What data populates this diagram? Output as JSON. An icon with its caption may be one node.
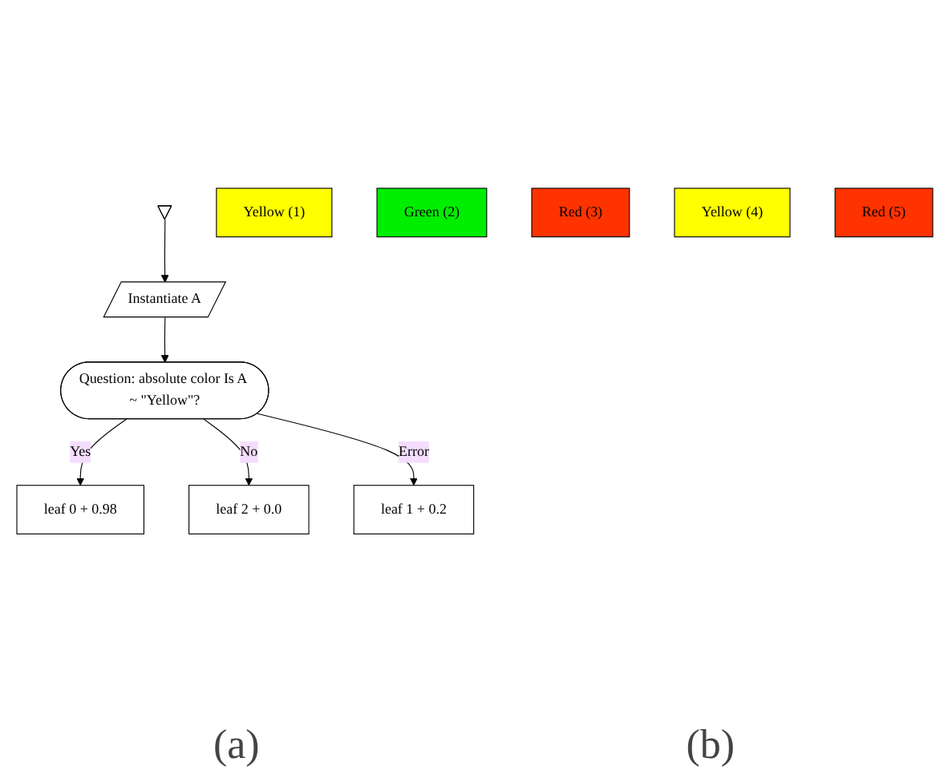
{
  "diagram": {
    "nodes": [
      {
        "text": [],
        "shape": "triangle"
      },
      {
        "text": [
          "Instantiate A"
        ]
      },
      {
        "text": [
          "Question: absolute color Is A ~ \"Yellow\"?"
        ]
      },
      {
        "text": [
          "leaf 0 + 0.98"
        ]
      },
      {
        "text": [
          "leaf 2 + 0.0"
        ]
      },
      {
        "text": [
          "leaf 1 + 0.2"
        ]
      },
      {
        "text": [
          "Yellow (1)"
        ]
      },
      {
        "text": [
          "Green (2)"
        ]
      },
      {
        "text": [
          "Red (3)"
        ]
      },
      {
        "text": [
          "Yellow (4)"
        ]
      },
      {
        "text": [
          "Red (5)"
        ]
      }
    ],
    "edges": [
      {
        "from": 0,
        "to": 1,
        "arrow": "to"
      },
      {
        "from": 1,
        "to": 2,
        "arrow": "to"
      },
      {
        "from": 2,
        "to": 3,
        "label": "Yes",
        "arrow": "to"
      },
      {
        "from": 2,
        "to": 4,
        "label": "No",
        "arrow": "to"
      },
      {
        "from": 2,
        "to": 5,
        "label": "Error",
        "arrow": "to"
      }
    ],
    "labels": [
      "(a)",
      "(b)"
    ]
  }
}
